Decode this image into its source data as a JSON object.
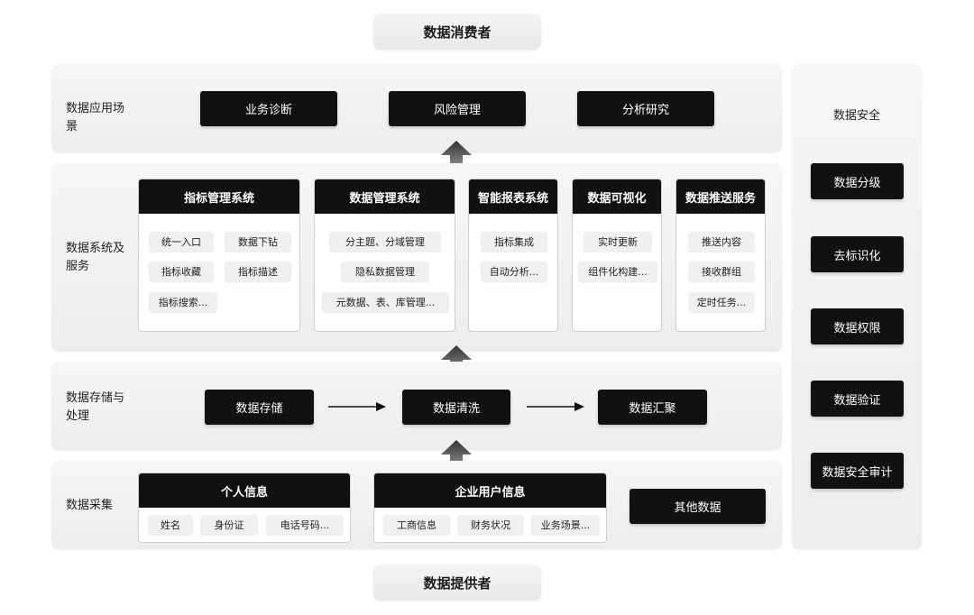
{
  "consumer": "数据消费者",
  "provider": "数据提供者",
  "layers": {
    "application": {
      "label": "数据应用场景",
      "items": [
        "业务诊断",
        "风险管理",
        "分析研究"
      ]
    },
    "systems": {
      "label": "数据系统及服务",
      "label_lines": [
        "数据系统及",
        "服务"
      ],
      "cards": [
        {
          "title": "指标管理系统",
          "chips": [
            "统一入口",
            "数据下钻",
            "指标收藏",
            "指标描述",
            "指标搜索..."
          ]
        },
        {
          "title": "数据管理系统",
          "chips": [
            "分主题、分域管理",
            "隐私数据管理",
            "元数据、表、库管理..."
          ]
        },
        {
          "title": "智能报表系统",
          "chips": [
            "指标集成",
            "自动分析..."
          ]
        },
        {
          "title": "数据可视化",
          "chips": [
            "实时更新",
            "组件化构建..."
          ]
        },
        {
          "title": "数据推送服务",
          "chips": [
            "推送内容",
            "接收群组",
            "定时任务..."
          ]
        }
      ]
    },
    "storage": {
      "label_lines": [
        "数据存储与",
        "处理"
      ],
      "items": [
        "数据存储",
        "数据清洗",
        "数据汇聚"
      ]
    },
    "collection": {
      "label": "数据采集",
      "cards": [
        {
          "title": "个人信息",
          "chips": [
            "姓名",
            "身份证",
            "电话号码..."
          ]
        },
        {
          "title": "企业用户信息",
          "chips": [
            "工商信息",
            "财务状况",
            "业务场景..."
          ]
        }
      ],
      "other": "其他数据"
    }
  },
  "security": {
    "title": "数据安全",
    "items": [
      "数据分级",
      "去标识化",
      "数据权限",
      "数据验证",
      "数据安全审计"
    ]
  }
}
